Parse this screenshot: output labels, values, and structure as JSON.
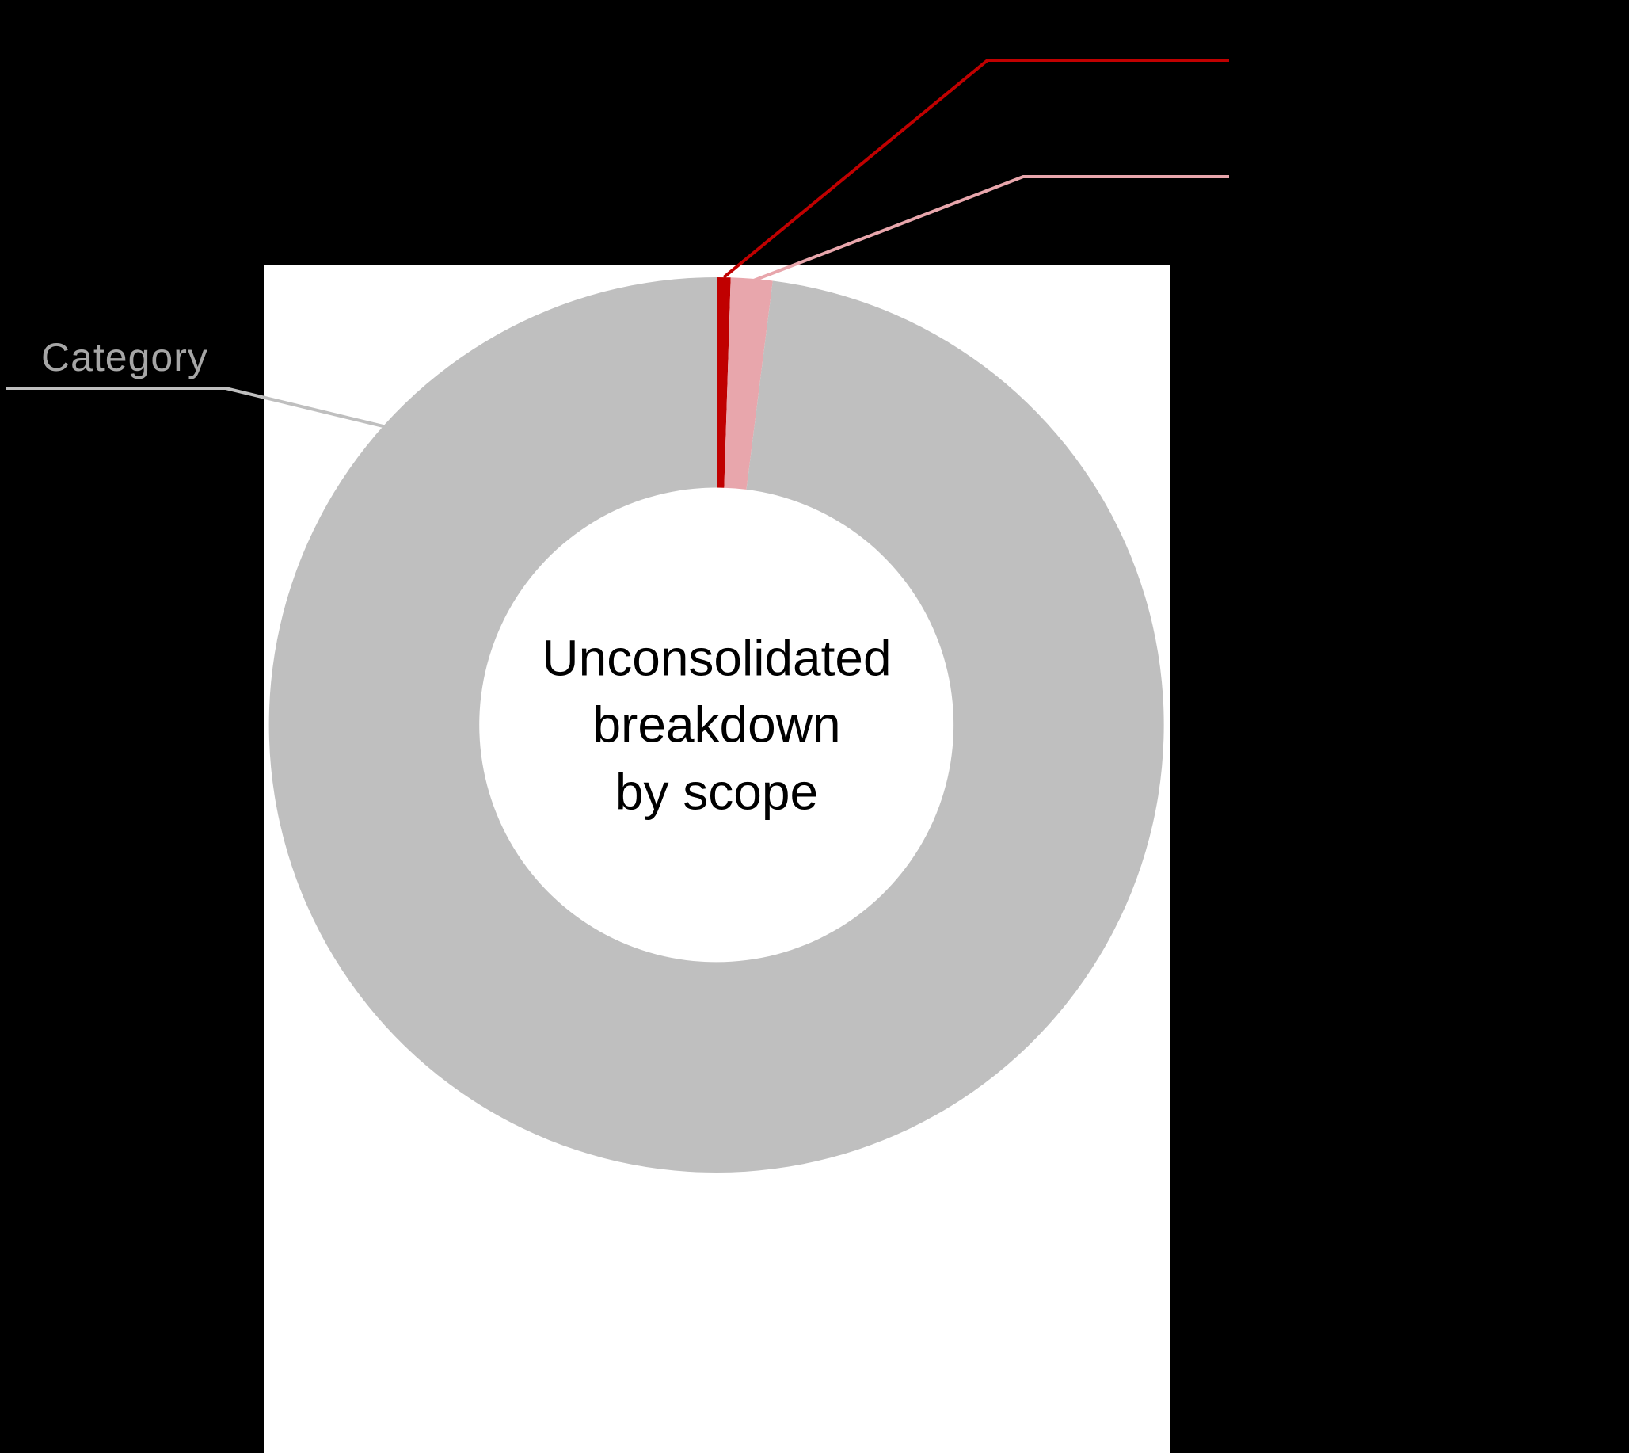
{
  "labels": {
    "category": "Category"
  },
  "center_text": {
    "lines": [
      "Unconsolidated",
      "breakdown",
      "by scope"
    ]
  },
  "colors": {
    "dark_red": "#C00000",
    "pink": "#E8A6AC",
    "gray": "#BFBFBF",
    "gray_leader": "#BFBFBF",
    "label_gray": "#A6A6A6",
    "center_text": "#000000",
    "panel_background": "#FFFFFF",
    "page_background": "#000000"
  },
  "chart_data": {
    "type": "pie",
    "subtype": "donut",
    "title": "Unconsolidated breakdown by scope",
    "legend": "none",
    "start_angle_deg": 0,
    "direction": "clockwise",
    "hole_ratio": 0.53,
    "slices": [
      {
        "id": "dark-red",
        "value_pct": 0.5,
        "color": "#C00000"
      },
      {
        "id": "pink",
        "value_pct": 1.5,
        "color": "#E8A6AC"
      },
      {
        "id": "gray",
        "label": "Category",
        "value_pct": 98,
        "color": "#BFBFBF"
      }
    ],
    "callouts": [
      {
        "slice": "dark-red",
        "color": "#C00000",
        "label_visible": false
      },
      {
        "slice": "pink",
        "color": "#E8A6AC",
        "label_visible": false
      },
      {
        "slice": "gray",
        "color": "#BFBFBF",
        "label": "Category",
        "label_visible": true
      }
    ]
  }
}
